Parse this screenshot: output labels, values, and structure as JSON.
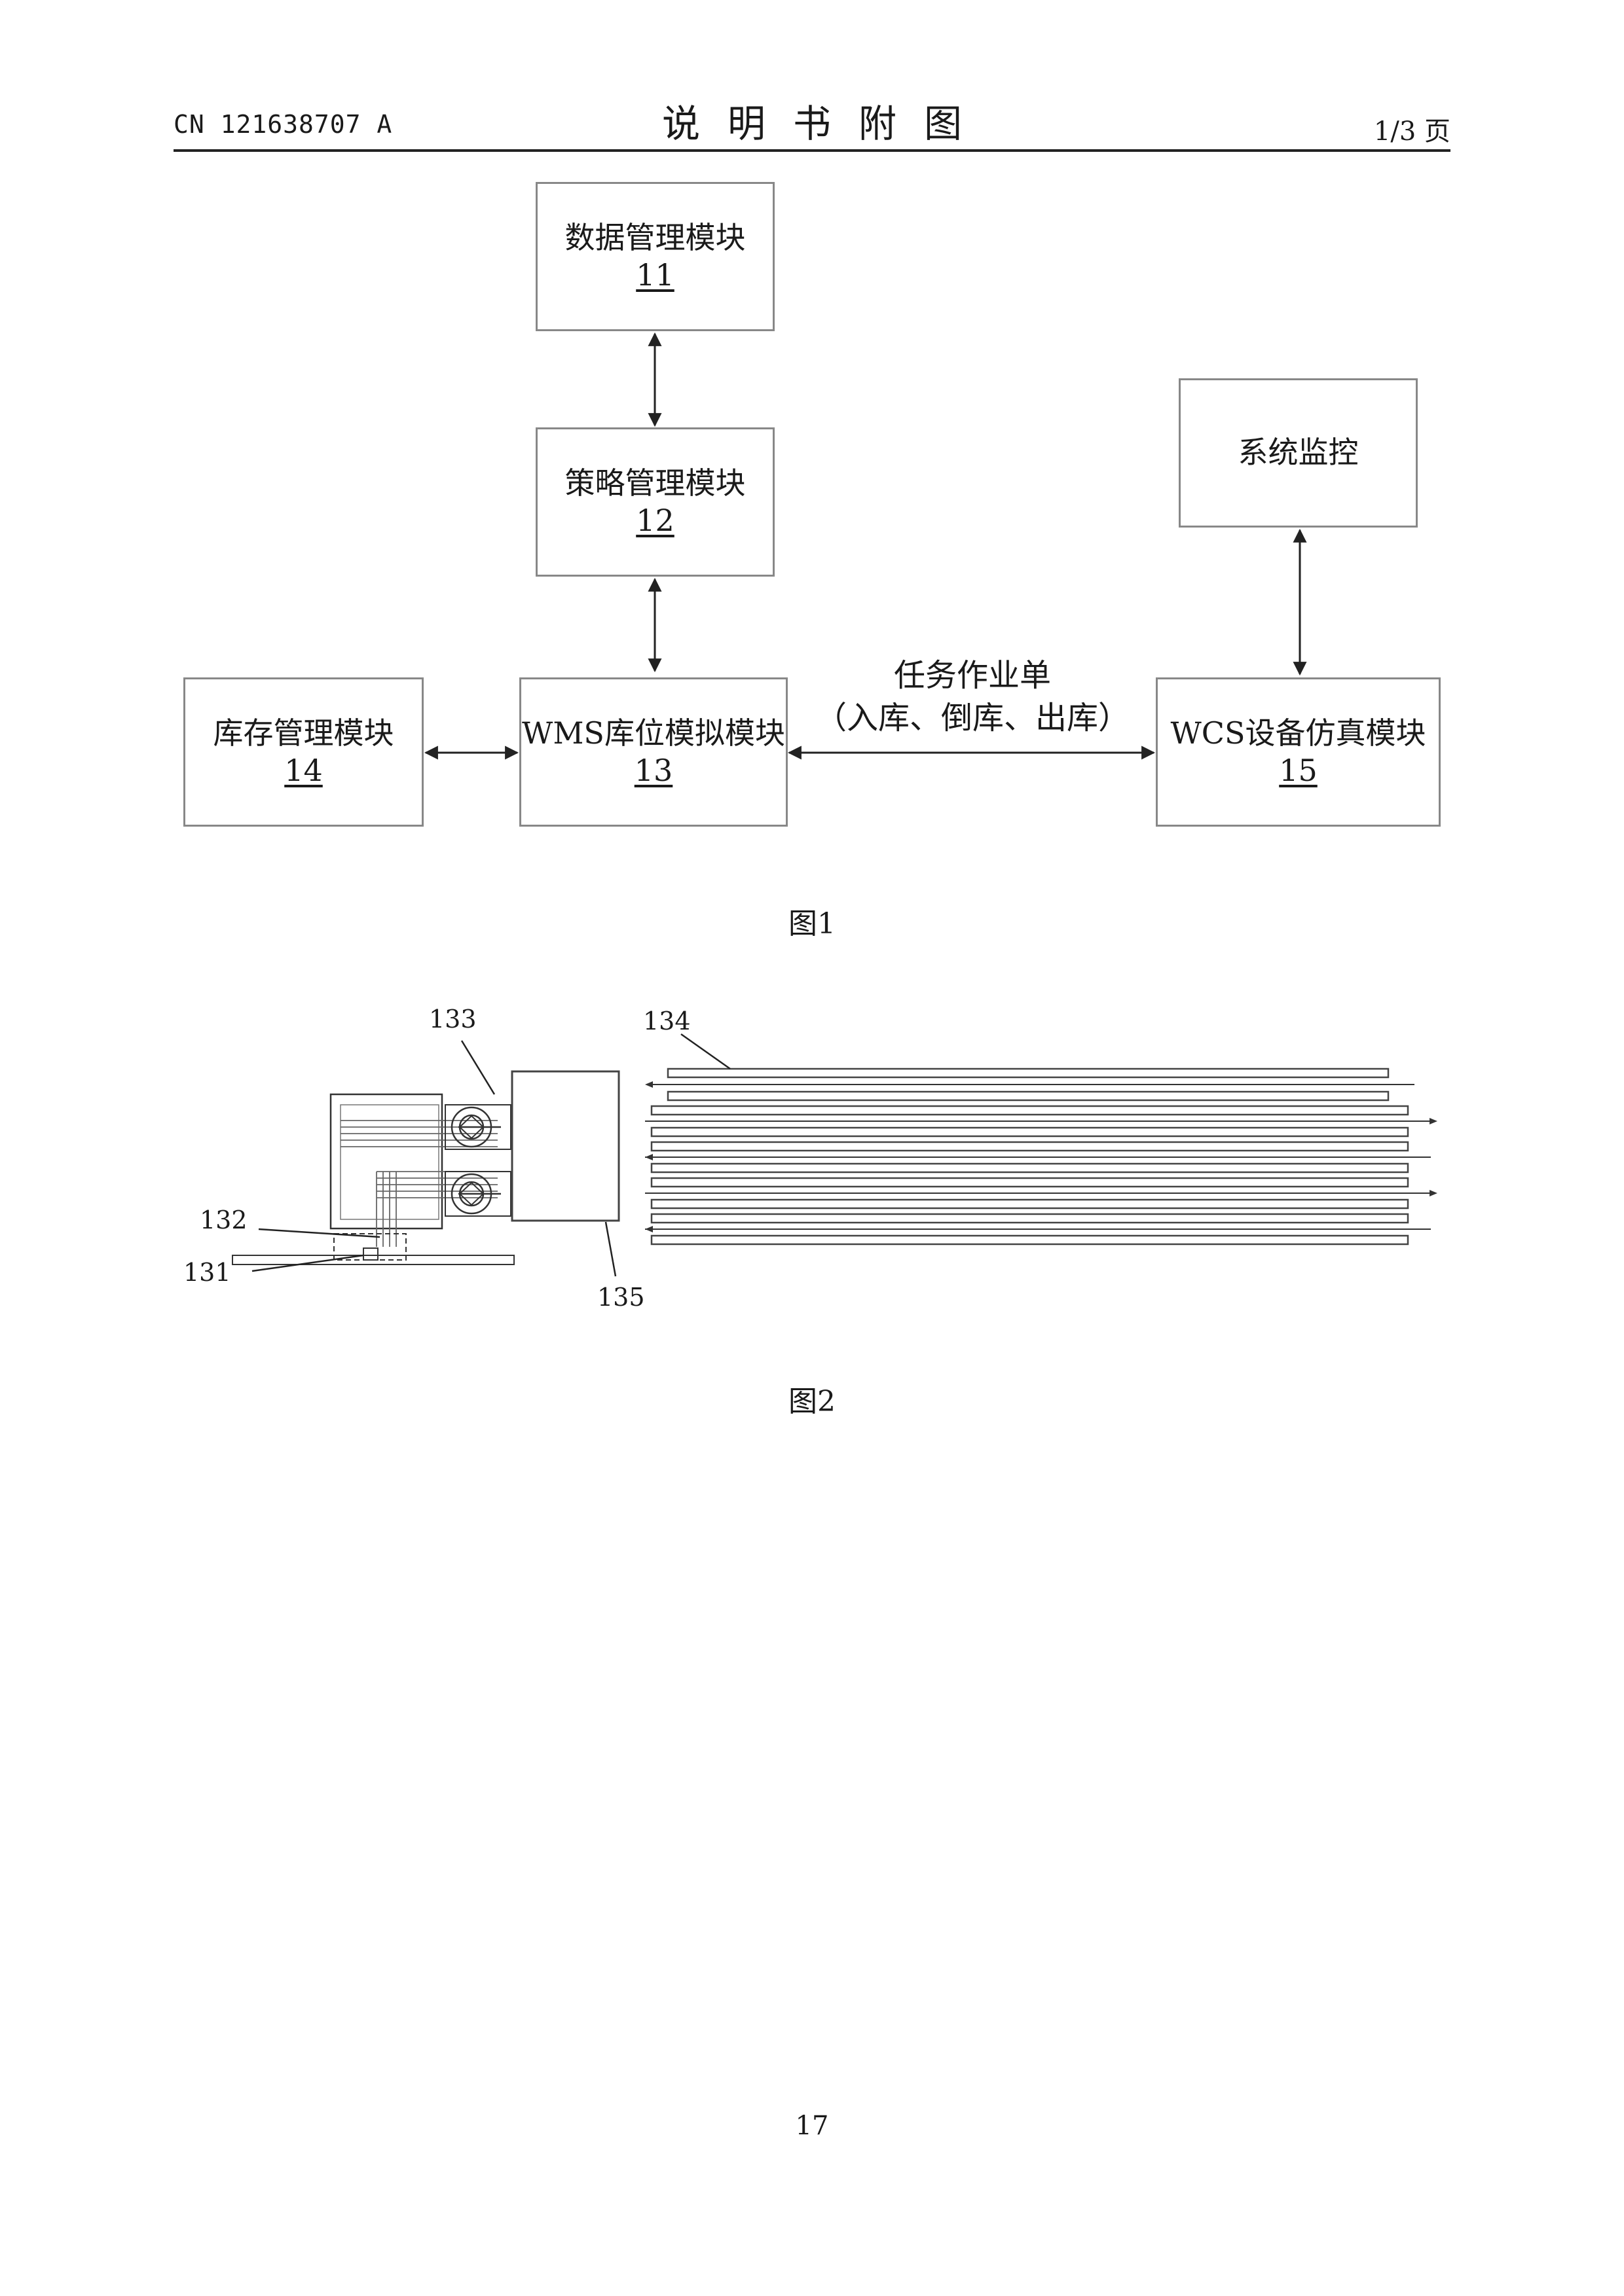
{
  "header": {
    "doc_number": "CN 121638707 A",
    "title": "说明书附图",
    "page_ref": "1/3 页"
  },
  "figure1": {
    "caption": "图1",
    "boxes": {
      "data_mgmt": {
        "name": "数据管理模块",
        "num": "11"
      },
      "strategy_mgmt": {
        "name": "策略管理模块",
        "num": "12"
      },
      "wms_sim": {
        "name": "WMS库位模拟模块",
        "num": "13"
      },
      "inventory_mgmt": {
        "name": "库存管理模块",
        "num": "14"
      },
      "wcs_sim": {
        "name": "WCS设备仿真模块",
        "num": "15"
      },
      "monitor": {
        "name": "系统监控"
      }
    },
    "edge_label": {
      "line1": "任务作业单",
      "line2": "（入库、倒库、出库）"
    }
  },
  "figure2": {
    "caption": "图2",
    "labels": [
      "131",
      "132",
      "133",
      "134",
      "135"
    ]
  },
  "footer": {
    "page_number": "17"
  }
}
